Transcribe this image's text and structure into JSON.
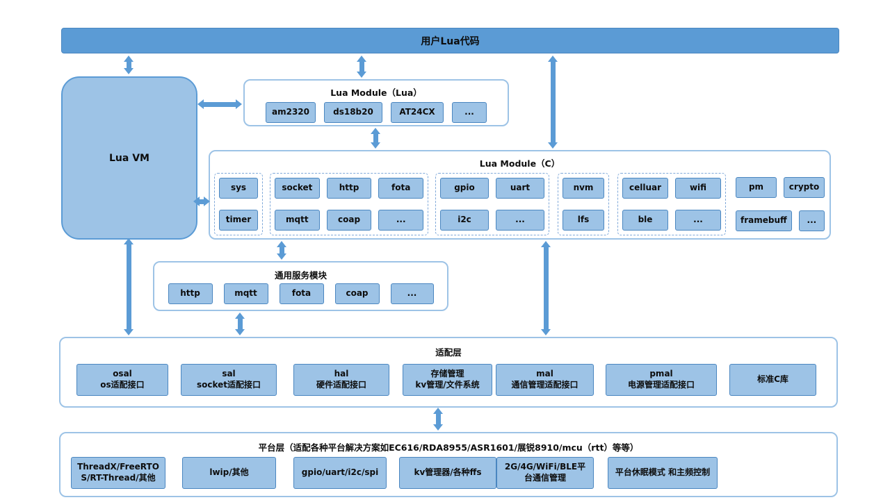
{
  "colors": {
    "accent": "#5B9BD5",
    "chip_fill": "#9DC3E6"
  },
  "top_bar": {
    "label": "用户Lua代码"
  },
  "lua_vm": {
    "label": "Lua VM"
  },
  "module_lua": {
    "title": "Lua Module（Lua）",
    "chips": [
      "am2320",
      "ds18b20",
      "AT24CX",
      "..."
    ]
  },
  "module_c": {
    "title": "Lua Module（C）",
    "groups": [
      {
        "rows": [
          [
            "sys"
          ],
          [
            "timer"
          ]
        ]
      },
      {
        "rows": [
          [
            "socket",
            "http",
            "fota"
          ],
          [
            "mqtt",
            "coap",
            "..."
          ]
        ]
      },
      {
        "rows": [
          [
            "gpio",
            "uart"
          ],
          [
            "i2c",
            "..."
          ]
        ]
      },
      {
        "rows": [
          [
            "nvm"
          ],
          [
            "lfs"
          ]
        ]
      },
      {
        "rows": [
          [
            "celluar",
            "wifi"
          ],
          [
            "ble",
            "..."
          ]
        ]
      },
      {
        "rows": [
          [
            "pm",
            "crypto"
          ],
          [
            "framebuff",
            "..."
          ]
        ]
      }
    ]
  },
  "common_service": {
    "title": "通用服务模块",
    "chips": [
      "http",
      "mqtt",
      "fota",
      "coap",
      "..."
    ]
  },
  "adapter": {
    "title": "适配层",
    "chips": [
      {
        "line1": "osal",
        "line2": "os适配接口"
      },
      {
        "line1": "sal",
        "line2": "socket适配接口"
      },
      {
        "line1": "hal",
        "line2": "硬件适配接口"
      },
      {
        "line1": "存储管理",
        "line2": "kv管理/文件系统"
      },
      {
        "line1": "mal",
        "line2": "通信管理适配接口"
      },
      {
        "line1": "pmal",
        "line2": "电源管理适配接口"
      },
      {
        "line1": "标准C库",
        "line2": ""
      }
    ]
  },
  "platform": {
    "title": "平台层（适配各种平台解决方案如EC616/RDA8955/ASR1601/展锐8910/mcu（rtt）等等）",
    "chips": [
      "ThreadX/FreeRTOS/RT-Thread/其他",
      "lwip/其他",
      "gpio/uart/i2c/spi",
      "kv管理器/各种ffs",
      "2G/4G/WiFi/BLE平台通信管理",
      "平台休眠模式 和主频控制"
    ]
  }
}
